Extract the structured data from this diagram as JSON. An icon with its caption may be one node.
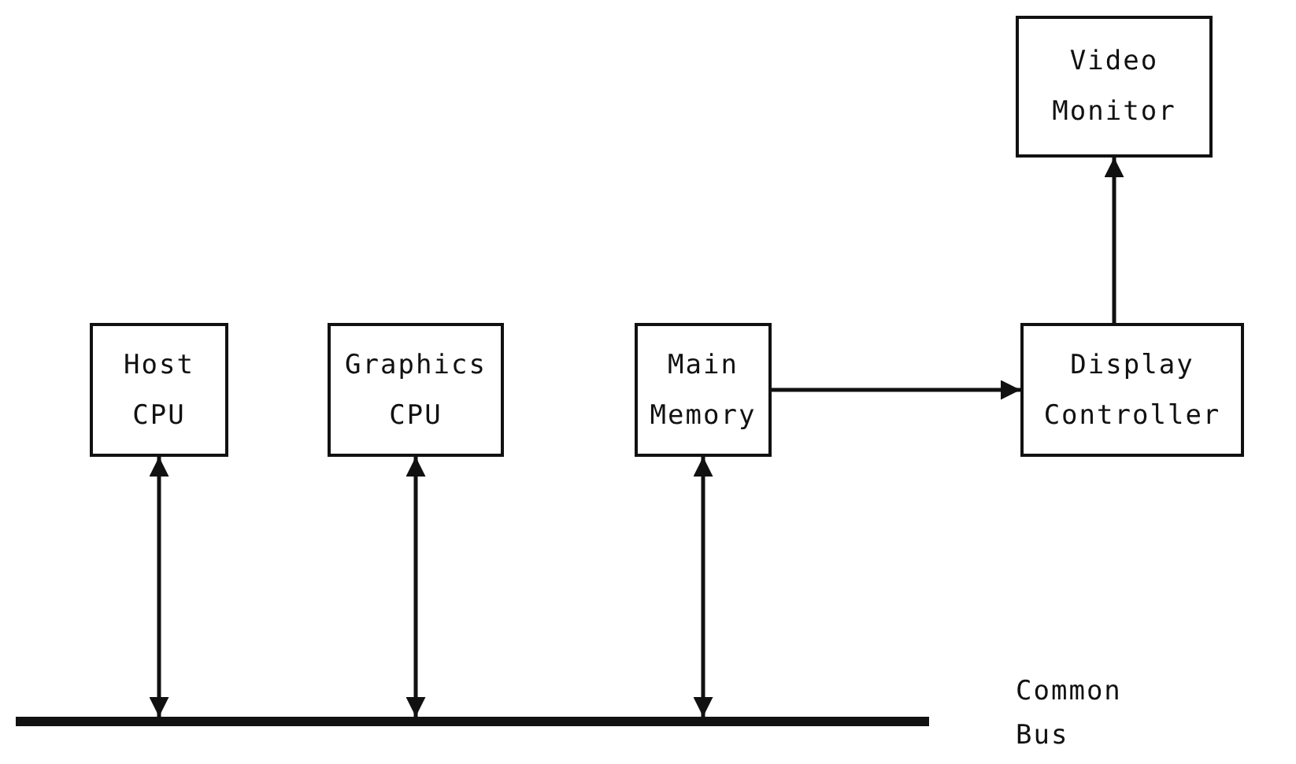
{
  "diagram": {
    "nodes": [
      {
        "text": [
          "Video Monitor"
        ]
      },
      {
        "text": [
          "Host CPU"
        ]
      },
      {
        "text": [
          "Graphics CPU"
        ]
      },
      {
        "text": [
          "Main Memory"
        ]
      },
      {
        "text": [
          "Display Controller"
        ]
      },
      {
        "text": [],
        "shape": "bar",
        "beside": [
          "Common Bus"
        ]
      }
    ],
    "edges": [
      {
        "from": 1,
        "to": 5,
        "arrow": "both"
      },
      {
        "from": 2,
        "to": 5,
        "arrow": "both"
      },
      {
        "from": 3,
        "to": 5,
        "arrow": "both"
      },
      {
        "from": 3,
        "to": 4,
        "arrow": "to"
      },
      {
        "from": 4,
        "to": 0,
        "arrow": "to"
      }
    ]
  }
}
